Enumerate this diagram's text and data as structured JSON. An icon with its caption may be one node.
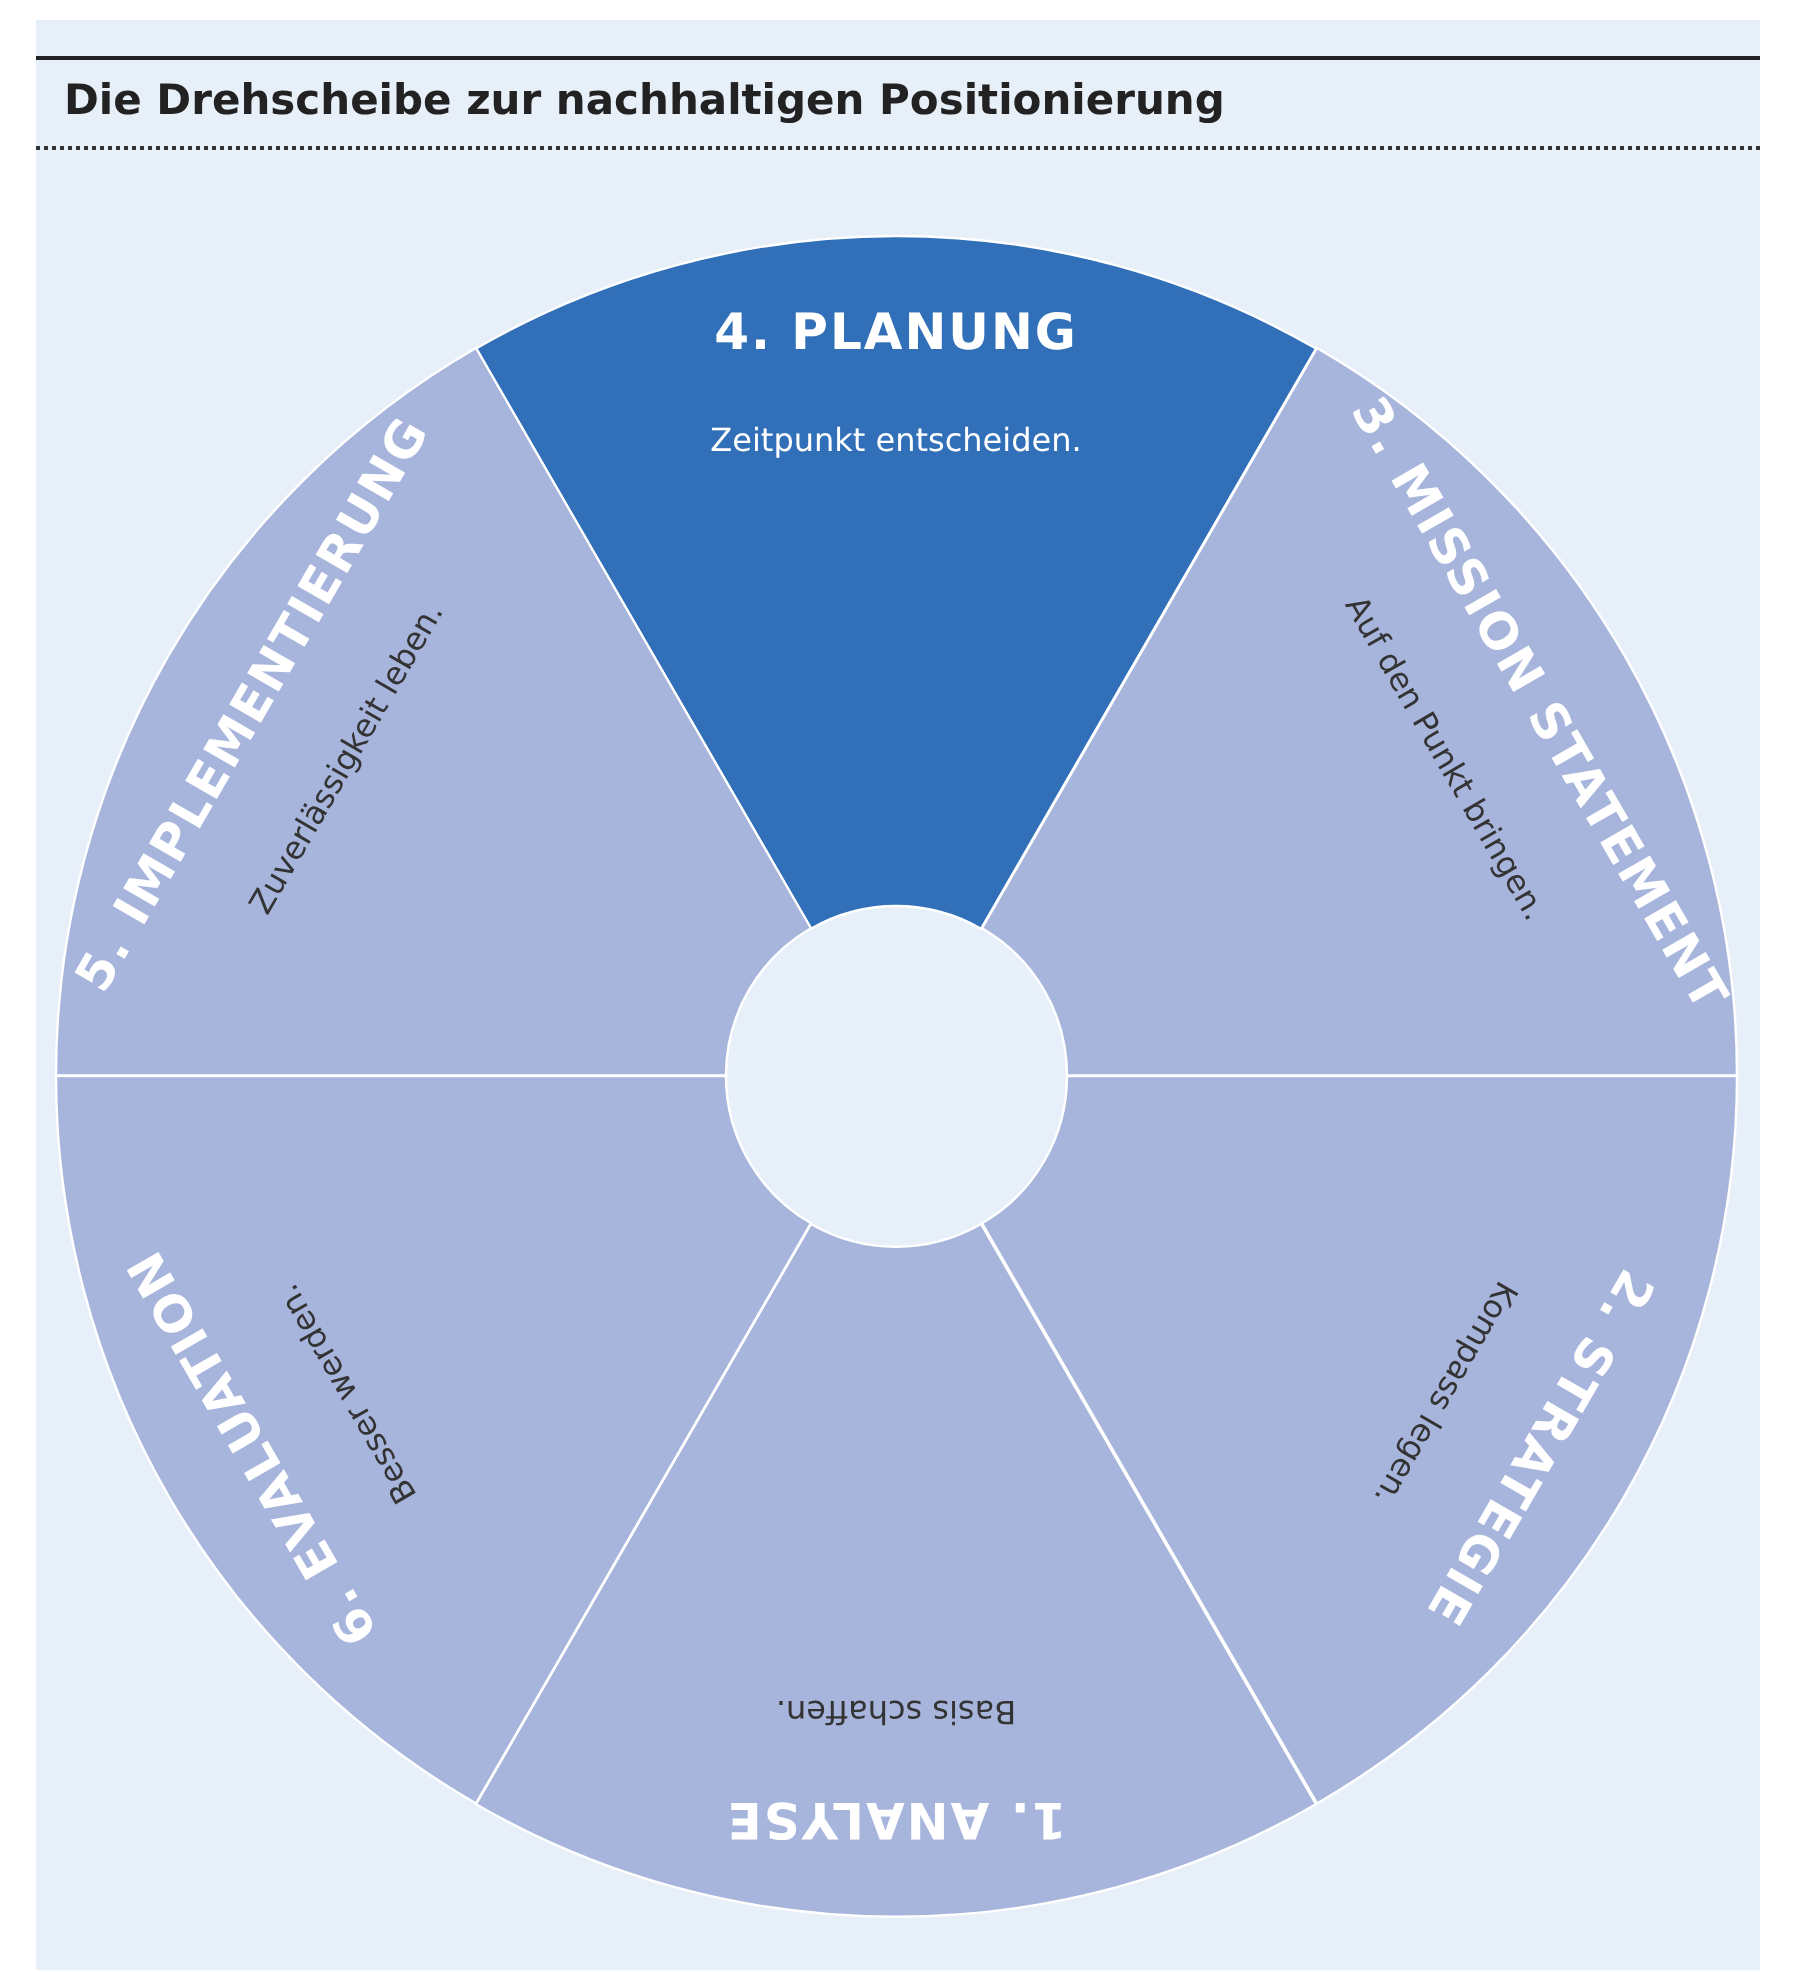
{
  "diagram": {
    "title": "Die Drehscheibe zur nachhaltigen Positionierung",
    "nodes": [
      {
        "text": [
          "1. ANALYSE",
          "Basis schaffen."
        ]
      },
      {
        "text": [
          "2. STRATEGIE",
          "Kompass legen."
        ]
      },
      {
        "text": [
          "3. MISSION STATEMENT",
          "Auf den Punkt bringen."
        ]
      },
      {
        "text": [
          "4. PLANUNG",
          "Zeitpunkt entscheiden."
        ]
      },
      {
        "text": [
          "5. IMPLEMENTIERUNG",
          "Zuverlässigkeit leben."
        ]
      },
      {
        "text": [
          "6. EVALUATION",
          "Besser werden."
        ]
      }
    ]
  }
}
